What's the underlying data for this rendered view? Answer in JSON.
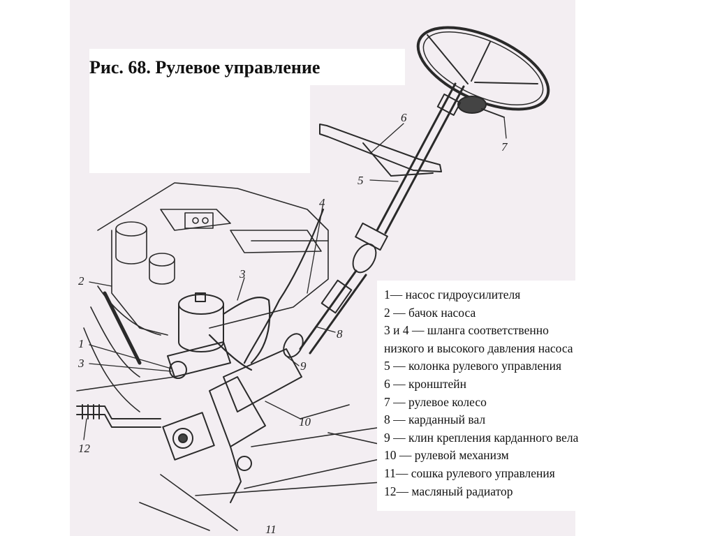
{
  "title": "Рис. 68. Рулевое управление",
  "callouts": {
    "n1": "1",
    "n2": "2",
    "n3": "3",
    "n4": "4",
    "n5": "5",
    "n6": "6",
    "n7": "7",
    "n8": "8",
    "n9": "9",
    "n10": "10",
    "n11": "11",
    "n12": "12"
  },
  "legend": [
    "1— насос гидроусилителя",
    "2 — бачок насоса",
    "3 и 4 — шланга соответственно",
    "низкого и высокого давления насоса",
    "5 — колонка рулевого управления",
    "6 — кронштейн",
    "7 — рулевое колесо",
    "8 — карданный вал",
    "9 — клин крепления карданного  вела",
    "10 — рулевой  механизм",
    "11— сошка  рулевого  управления",
    "12— масляный радиатор"
  ],
  "colors": {
    "paper": "#f3eef2",
    "ink": "#2a2a2a",
    "text": "#111111"
  }
}
